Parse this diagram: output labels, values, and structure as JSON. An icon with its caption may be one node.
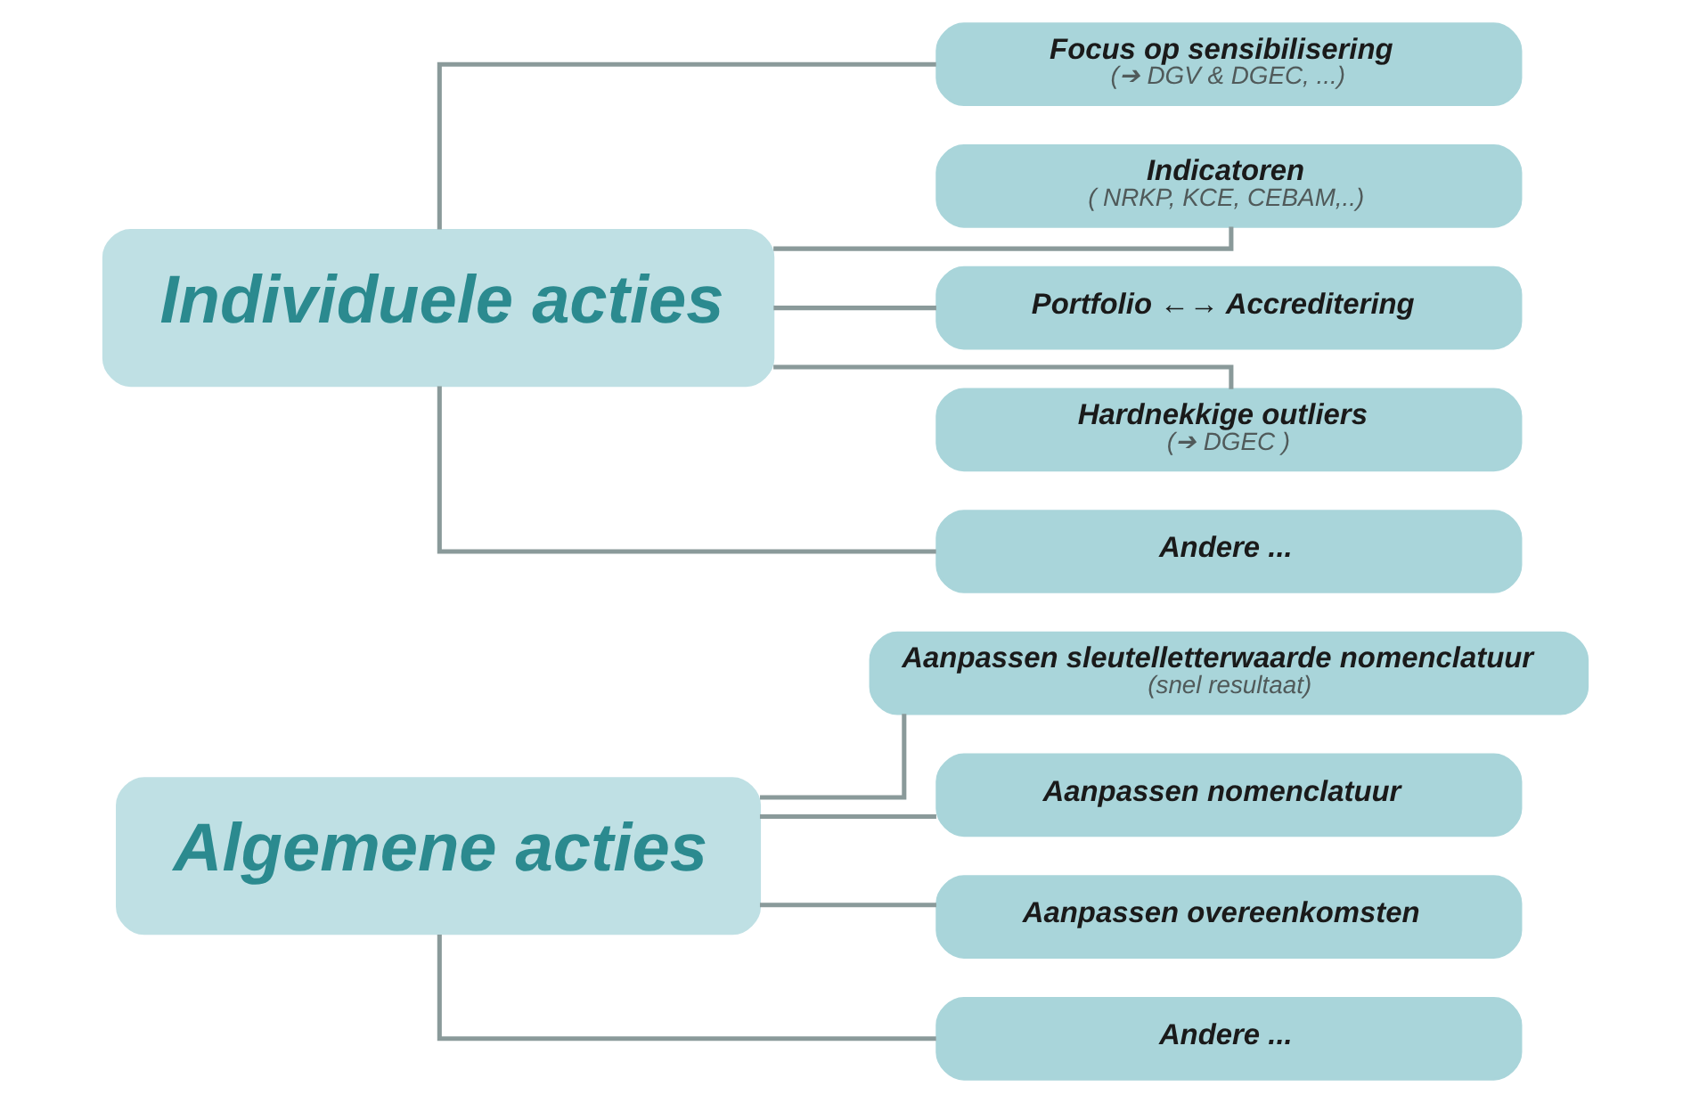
{
  "diagram": {
    "nodes": [
      {
        "text": [
          "Algemene acties"
        ]
      },
      {
        "text": [
          "Aanpassen sleutelletterwaarde nomenclatuur",
          "(snel resultaat)"
        ]
      },
      {
        "text": [
          "Aanpassen nomenclatuur"
        ]
      },
      {
        "text": [
          "Aanpassen overeenkomsten"
        ]
      },
      {
        "text": [
          "Andere ..."
        ]
      },
      {
        "text": [
          "Individuele acties"
        ]
      },
      {
        "text": [
          "Focus op sensibilisering",
          "(➔ DGV & DGEC, ...)"
        ]
      },
      {
        "text": [
          "Indicatoren",
          "( NRKP, KCE, CEBAM,..)"
        ]
      },
      {
        "text": [
          "Portfolio ←→ Accreditering"
        ]
      },
      {
        "text": [
          "Hardnekkige outliers",
          "(➔ DGEC )"
        ]
      },
      {
        "text": [
          "Andere ..."
        ]
      }
    ],
    "edges": [
      {
        "from": 0,
        "to": 1,
        "arrow": "none"
      },
      {
        "from": 0,
        "to": 2,
        "arrow": "none"
      },
      {
        "from": 0,
        "to": 3,
        "arrow": "none"
      },
      {
        "from": 0,
        "to": 4,
        "arrow": "none"
      },
      {
        "from": 5,
        "to": 6,
        "arrow": "none"
      },
      {
        "from": 5,
        "to": 7,
        "arrow": "none"
      },
      {
        "from": 5,
        "to": 8,
        "arrow": "none"
      },
      {
        "from": 5,
        "to": 9,
        "arrow": "none"
      },
      {
        "from": 5,
        "to": 10,
        "arrow": "none"
      }
    ]
  }
}
